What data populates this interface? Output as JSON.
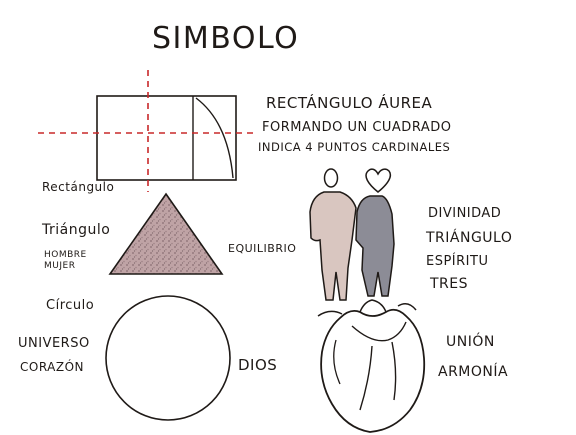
{
  "title": "SIMBOLO",
  "rectangle": {
    "caption_lines": [
      "RECTÁNGULO ÁUREA",
      "FORMANDO UN CUADRADO",
      "INDICA 4 PUNTOS CARDINALES"
    ],
    "label": "Rectángulo"
  },
  "triangle": {
    "label": "Triángulo",
    "sub_lines": [
      "HOMBRE",
      "MUJER"
    ],
    "right_label": "EQUILIBRIO"
  },
  "couple": {
    "caption_lines": [
      "DIVINIDAD",
      "TRIÁNGULO",
      "ESPÍRITU",
      "TRES"
    ]
  },
  "circle": {
    "label": "Círculo",
    "left_lines": [
      "UNIVERSO",
      "CORAZÓN"
    ],
    "right_label": "DIOS"
  },
  "heart": {
    "caption_lines": [
      "UNIÓN",
      "ARMONÍA"
    ]
  },
  "colors": {
    "ink": "#1f1a17",
    "guide_red": "#c8282a",
    "triangle_fill": "#b9999c",
    "man_fill": "#d9c6c0",
    "woman_fill": "#8c8c96"
  }
}
